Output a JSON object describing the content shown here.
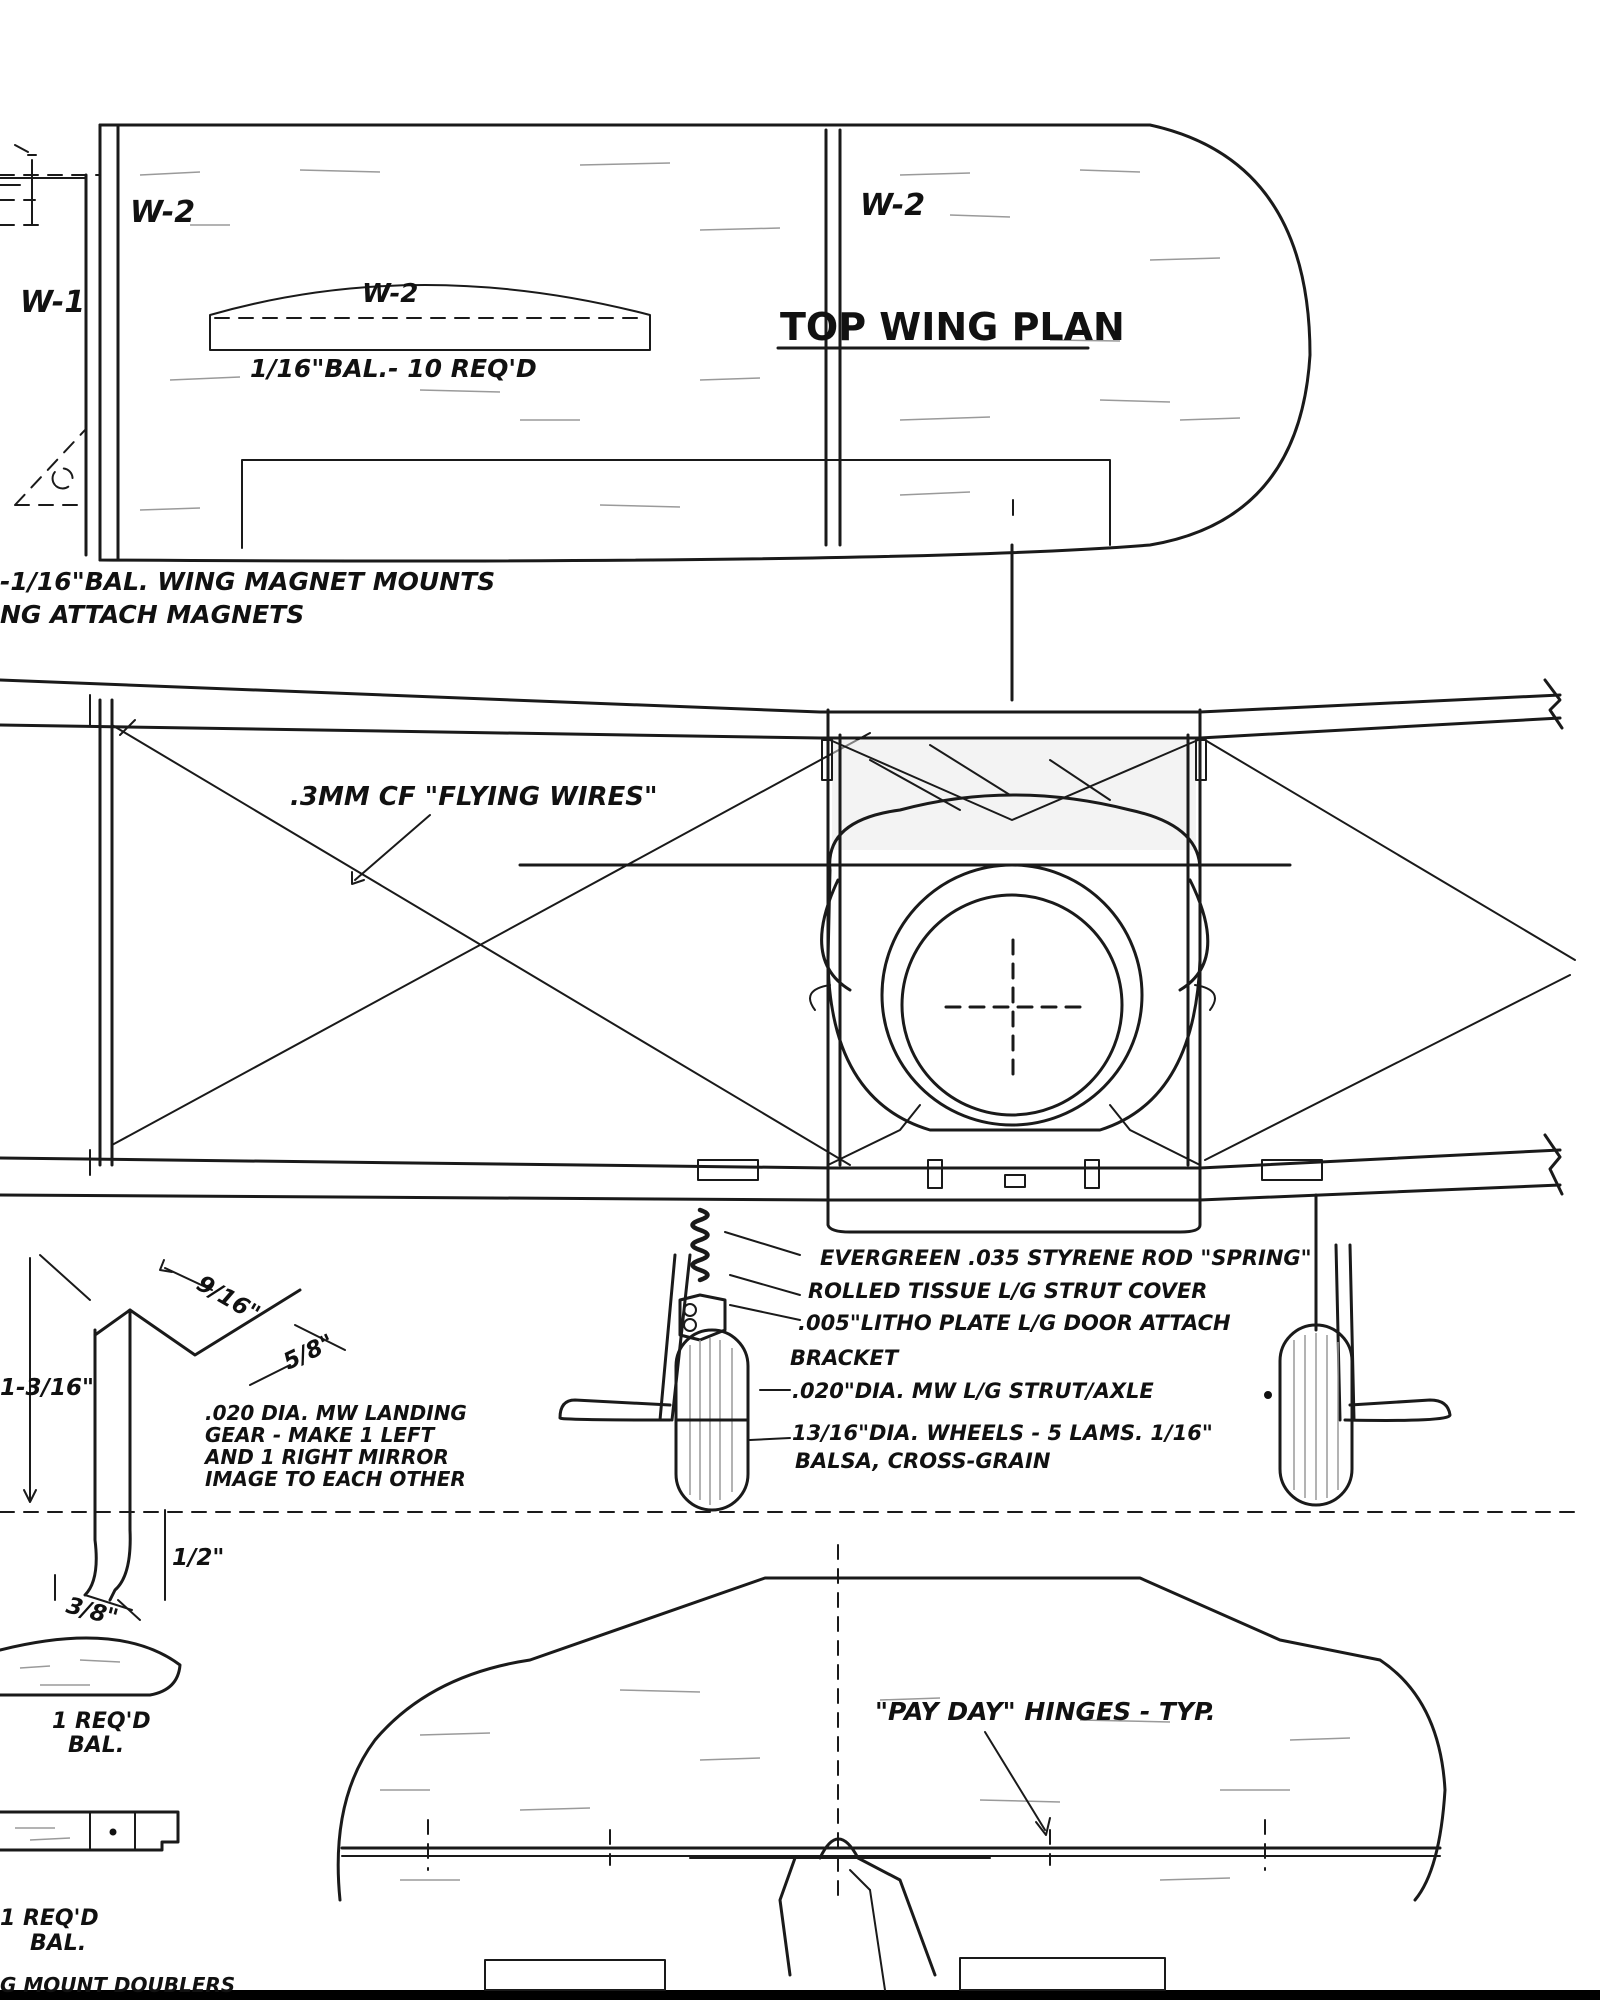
{
  "sheet": {
    "background": "#ffffff",
    "ink": "#111111",
    "border": "#000000"
  },
  "top_wing": {
    "title": "TOP WING PLAN",
    "rib_label_left": "W-2",
    "rib_label_right": "W-2",
    "rib_label_inner": "W-1",
    "rib_detail_label": "W-2",
    "rib_detail_note": "1/16\"BAL.- 10 REQ'D",
    "magnet_note_line1": "-1/16\"BAL. WING MAGNET MOUNTS",
    "magnet_note_line2": "NG ATTACH MAGNETS"
  },
  "front_view": {
    "flying_wires_note": ".3MM CF \"FLYING WIRES\"",
    "callouts": [
      "EVERGREEN .035 STYRENE ROD \"SPRING\"",
      "ROLLED TISSUE L/G STRUT COVER",
      ".005\"LITHO PLATE L/G DOOR ATTACH",
      "BRACKET",
      ".020\"DIA. MW L/G STRUT/AXLE",
      "13/16\"DIA. WHEELS - 5 LAMS. 1/16\"",
      "BALSA, CROSS-GRAIN"
    ]
  },
  "landing_gear_detail": {
    "dim_top": "9/16\"",
    "dim_side": "5/8\"",
    "dim_height": "1-3/16\"",
    "dim_foot": "1/2\"",
    "dim_bottom": "3/8\"",
    "note_line1": ".020 DIA. MW LANDING",
    "note_line2": "GEAR - MAKE 1 LEFT",
    "note_line3": "AND 1 RIGHT MIRROR",
    "note_line4": "IMAGE TO EACH OTHER"
  },
  "small_parts": {
    "part1_line1": "1 REQ'D",
    "part1_line2": "BAL.",
    "part2_line1": "1 REQ'D",
    "part2_line2": "BAL.",
    "doubler_note": "G MOUNT DOUBLERS"
  },
  "stabilizer": {
    "hinge_note": "\"PAY DAY\" HINGES - TYP."
  }
}
